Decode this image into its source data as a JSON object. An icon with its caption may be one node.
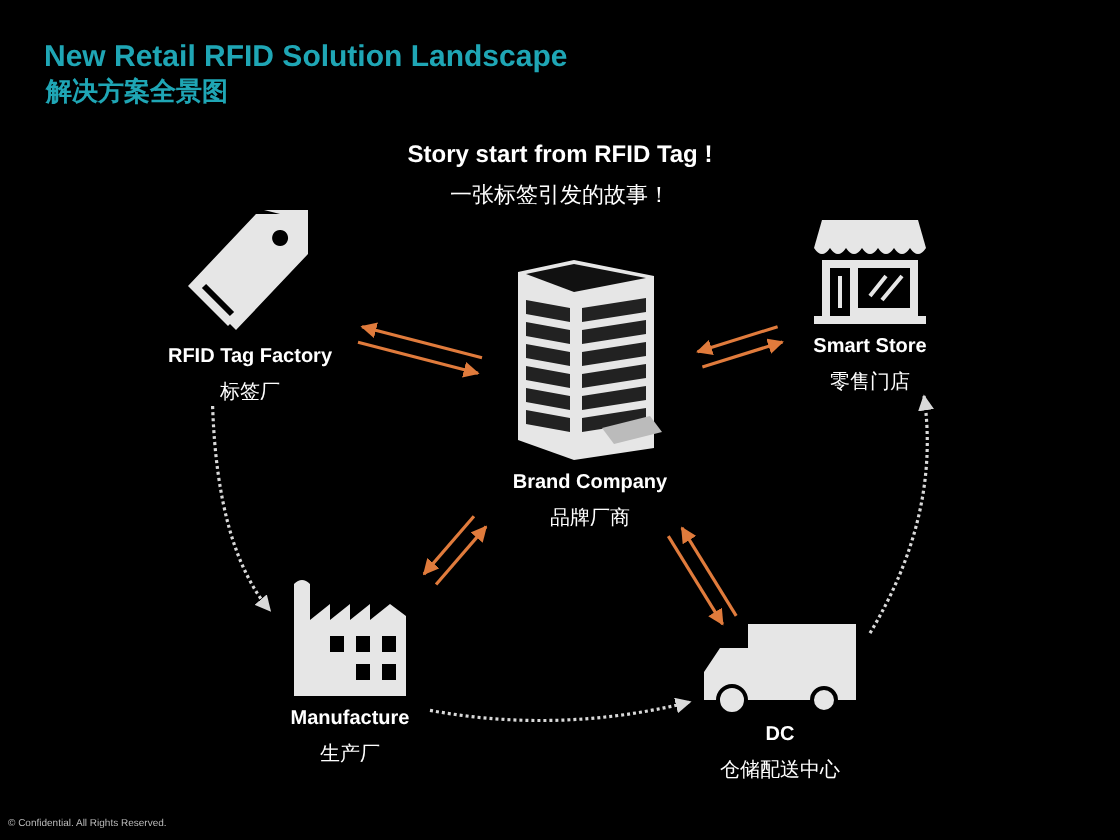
{
  "diagram": {
    "title": "New Retail RFID Solution Landscape",
    "nodes": [
      {
        "text": [
          "RFID Tag Factory",
          "标签厂"
        ]
      },
      {
        "text": [
          "Smart Store",
          "零售门店"
        ]
      },
      {
        "text": [
          "Brand Company",
          "品牌厂商"
        ]
      },
      {
        "text": [
          "Manufacture",
          "生产厂"
        ]
      },
      {
        "text": [
          "DC",
          "仓储配送中心"
        ]
      }
    ],
    "edges": [
      {
        "from": 2,
        "to": 0,
        "arrow": "to",
        "color": "#e07b3c"
      },
      {
        "from": 0,
        "to": 2,
        "arrow": "to",
        "color": "#e07b3c"
      },
      {
        "from": 2,
        "to": 1,
        "arrow": "to",
        "color": "#e07b3c"
      },
      {
        "from": 1,
        "to": 2,
        "arrow": "to",
        "color": "#e07b3c"
      },
      {
        "from": 3,
        "to": 2,
        "arrow": "to",
        "color": "#e07b3c"
      },
      {
        "from": 2,
        "to": 3,
        "arrow": "to",
        "color": "#e07b3c"
      },
      {
        "from": 2,
        "to": 4,
        "arrow": "to",
        "color": "#e07b3c"
      },
      {
        "from": 4,
        "to": 2,
        "arrow": "to",
        "color": "#e07b3c"
      },
      {
        "from": 0,
        "to": 3,
        "arrow": "to",
        "style": "dashed",
        "color": "#d9d9d9"
      },
      {
        "from": 3,
        "to": 4,
        "arrow": "to",
        "style": "dashed",
        "color": "#d9d9d9"
      },
      {
        "from": 4,
        "to": 1,
        "arrow": "to",
        "style": "dashed",
        "color": "#d9d9d9"
      }
    ],
    "labels": [
      "解决方案全景图",
      "Story start from RFID Tag !",
      "一张标签引发的故事！",
      "© Confidential. All Rights Reserved."
    ]
  }
}
